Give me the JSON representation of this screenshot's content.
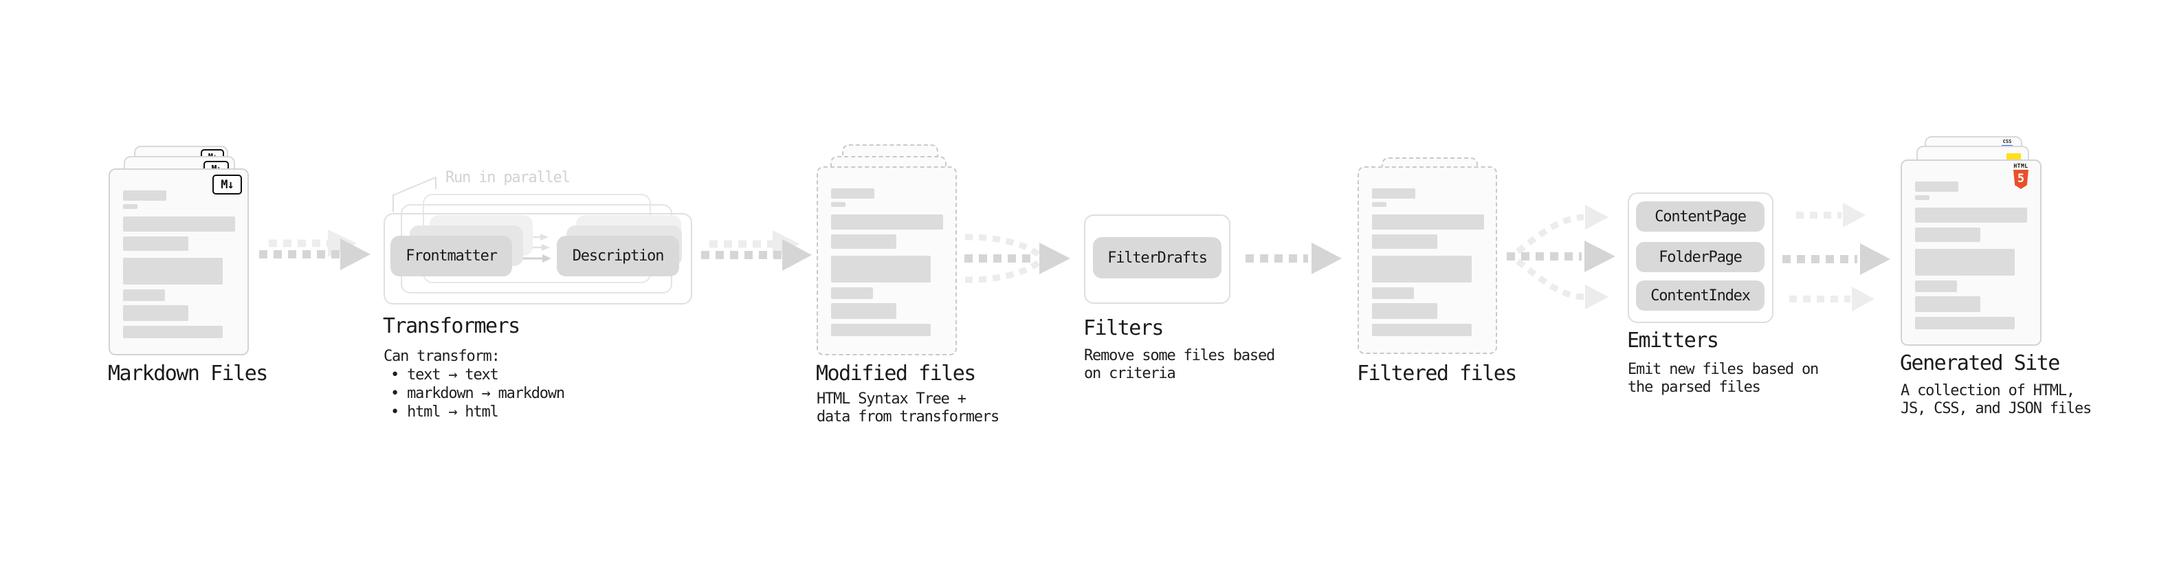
{
  "colors": {
    "ink": "#1b1b1b",
    "card_border": "#d3d3d3",
    "skeleton_bar": "#dcdcdc",
    "pill_bg": "#d9d9d9",
    "arrow_dark": "#d5d5d5",
    "arrow_light": "#ededed",
    "note_gray": "#d2d2d2",
    "html5_orange": "#e8502a",
    "js_yellow": "#ffdf1e",
    "css_blue": "#2e63f2"
  },
  "stages": {
    "markdown_files": {
      "label": "Markdown Files",
      "badge": "M↓"
    },
    "transformers": {
      "note": "Run in parallel",
      "pill_left": "Frontmatter",
      "pill_right": "Description",
      "label": "Transformers",
      "caption_title": "Can transform:",
      "bullets": [
        "• text → text",
        "• markdown → markdown",
        "• html → html"
      ]
    },
    "modified_files": {
      "label": "Modified files",
      "caption": "HTML Syntax Tree +\ndata from transformers"
    },
    "filters": {
      "pill": "FilterDrafts",
      "label": "Filters",
      "caption": "Remove some files based\non criteria"
    },
    "filtered_files": {
      "label": "Filtered files"
    },
    "emitters": {
      "pills": [
        "ContentPage",
        "FolderPage",
        "ContentIndex"
      ],
      "label": "Emitters",
      "caption": "Emit new files based on\nthe parsed files"
    },
    "generated_site": {
      "label": "Generated Site",
      "caption": "A collection of HTML,\nJS, CSS, and JSON files",
      "html_badge_label": "HTML",
      "html_badge_number": "5",
      "css_badge_label": "CSS"
    }
  }
}
